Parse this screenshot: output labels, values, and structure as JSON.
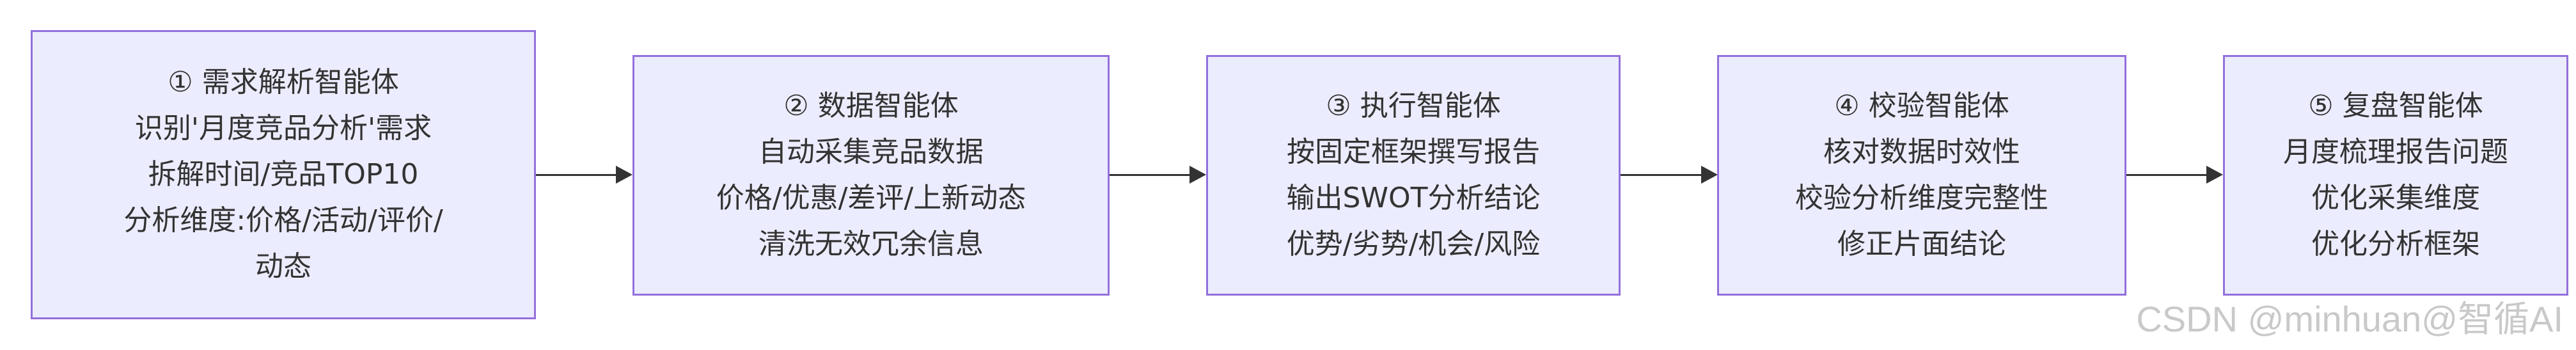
{
  "nodes": [
    {
      "lines": [
        "① 需求解析智能体",
        "识别'月度竞品分析'需求",
        "拆解时间/竞品TOP10",
        "分析维度:价格/活动/评价/",
        "动态"
      ]
    },
    {
      "lines": [
        "② 数据智能体",
        "自动采集竞品数据",
        "价格/优惠/差评/上新动态",
        "清洗无效冗余信息"
      ]
    },
    {
      "lines": [
        "③ 执行智能体",
        "按固定框架撰写报告",
        "输出SWOT分析结论",
        "优势/劣势/机会/风险"
      ]
    },
    {
      "lines": [
        "④ 校验智能体",
        "核对数据时效性",
        "校验分析维度完整性",
        "修正片面结论"
      ]
    },
    {
      "lines": [
        "⑤ 复盘智能体",
        "月度梳理报告问题",
        "优化采集维度",
        "优化分析框架"
      ]
    }
  ],
  "watermark": "CSDN @minhuan@智循AI",
  "colors": {
    "node_fill": "#ececff",
    "node_border": "#9370db",
    "text": "#333333",
    "edge": "#333333",
    "watermark": "#c9c9c9"
  }
}
